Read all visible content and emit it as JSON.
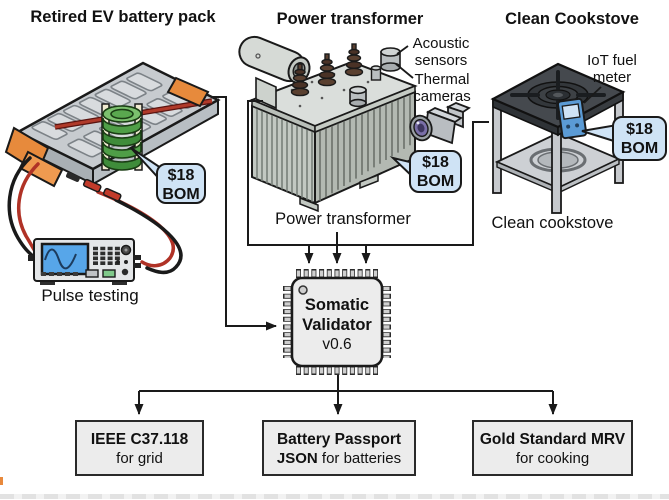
{
  "sections": {
    "battery": {
      "title": "Retired EV battery pack",
      "caption": "Pulse testing"
    },
    "transformer": {
      "title": "Power transformer",
      "caption": "Power transformer",
      "acoustic_label": "Acoustic sensors",
      "thermal_label": "Thermal cameras"
    },
    "cookstove": {
      "title": "Clean Cookstove",
      "caption": "Clean cookstove",
      "meter_label": "IoT fuel meter"
    }
  },
  "bom_bubbles": [
    {
      "line1": "$18",
      "line2": "BOM"
    },
    {
      "line1": "$18",
      "line2": "BOM"
    },
    {
      "line1": "$18",
      "line2": "BOM"
    }
  ],
  "chip": {
    "line1": "Somatic",
    "line2": "Validator",
    "version": "v0.6"
  },
  "outputs": [
    {
      "line1": "IEEE C37.118",
      "line2": "for grid"
    },
    {
      "line1": "Battery Passport",
      "line2_bold": "JSON",
      "line2_rest": " for batteries"
    },
    {
      "line1": "Gold Standard MRV",
      "line2": "for cooking"
    }
  ],
  "colors": {
    "bubble_bg": "#cfe3f5",
    "box_bg": "#ececec",
    "line": "#1a1a1a",
    "accent_orange": "#e78a3c",
    "cell_green": "#4f9e47",
    "meter_blue": "#5b9bd5"
  }
}
